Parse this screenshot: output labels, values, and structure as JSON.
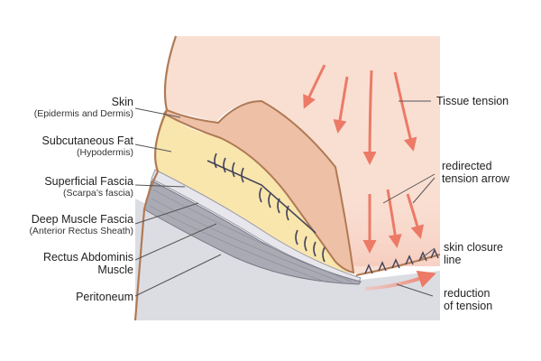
{
  "labels": {
    "skin": {
      "main": "Skin",
      "sub": "(Epidermis and Dermis)"
    },
    "subcutaneous_fat": {
      "main": "Subcutaneous Fat",
      "sub": "(Hypodermis)"
    },
    "superficial_fascia": {
      "main": "Superficial Fascia",
      "sub": "(Scarpa’s fascia)"
    },
    "deep_muscle_fascia": {
      "main": "Deep Muscle Fascia",
      "sub": "(Anterior Rectus Sheath)"
    },
    "rectus_abdominis": {
      "line1": "Rectus Abdominis",
      "line2": "Muscle"
    },
    "peritoneum": "Peritoneum",
    "tissue_tension": "Tissue tension",
    "redirected_tension": {
      "line1": "redirected",
      "line2": "tension arrow"
    },
    "skin_closure": {
      "line1": "skin closure",
      "line2": "line"
    },
    "reduction_tension": {
      "line1": "reduction",
      "line2": "of tension"
    }
  },
  "colors": {
    "skin": "#f9dfd2",
    "skin_outline": "#b07a55",
    "flap": "#eec0a6",
    "fat": "#f8e6ad",
    "fascia": "#e6e6ec",
    "muscle": "#a9aab4",
    "peritoneum_bg": "#dcdde3",
    "tension_arrow": "#ec7a66",
    "suture": "#44445a"
  }
}
